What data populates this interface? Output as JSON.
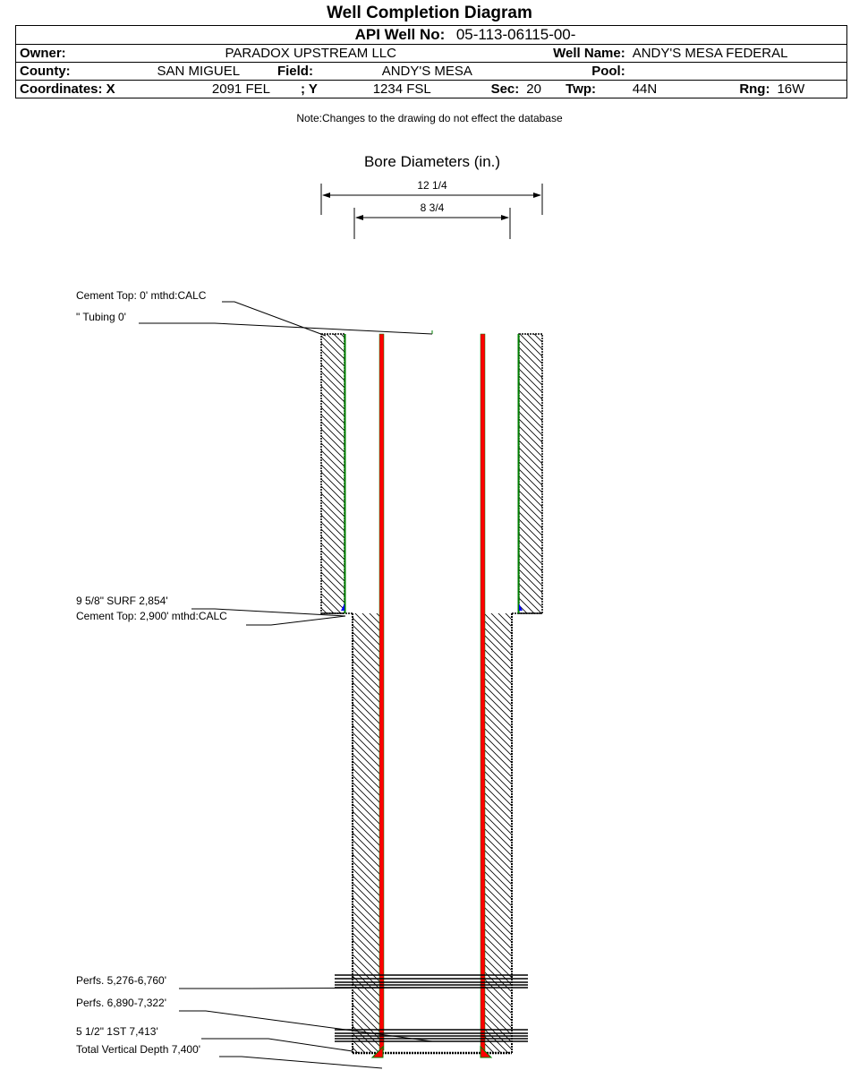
{
  "title": "Well Completion Diagram",
  "header": {
    "api_label": "API Well No:",
    "api_value": "05-113-06115-00-",
    "owner_label": "Owner:",
    "owner_value": "PARADOX UPSTREAM LLC",
    "well_name_label": "Well Name:",
    "well_name_value": "ANDY'S MESA FEDERAL",
    "county_label": "County:",
    "county_value": "SAN MIGUEL",
    "field_label": "Field:",
    "field_value": "ANDY'S MESA",
    "pool_label": "Pool:",
    "pool_value": "",
    "coord_x_label": "Coordinates: X",
    "coord_x_value": "2091 FEL",
    "coord_y_label": "; Y",
    "coord_y_value": "1234 FSL",
    "sec_label": "Sec:",
    "sec_value": "20",
    "twp_label": "Twp:",
    "twp_value": "44N",
    "rng_label": "Rng:",
    "rng_value": "16W"
  },
  "note": "Note:Changes to the drawing do not effect the database",
  "diagram": {
    "bore_title": "Bore Diameters (in.)",
    "bore_1": "12 1/4",
    "bore_2": "8 3/4",
    "labels": {
      "cement_top_1": "Cement Top: 0' mthd:CALC",
      "tubing": "\" Tubing 0'",
      "surf_casing": "9 5/8\" SURF       2,854'",
      "cement_top_2": "Cement Top: 2,900' mthd:CALC",
      "perfs_1": "Perfs. 5,276-6,760'",
      "perfs_2": "Perfs. 6,890-7,322'",
      "prod_casing": "5 1/2\" 1ST       7,413'",
      "tvd": "Total Vertical Depth 7,400'"
    },
    "colors": {
      "tubing": "#ff0000",
      "casing": "#008000",
      "cement_shoe": "#0000ff"
    }
  }
}
